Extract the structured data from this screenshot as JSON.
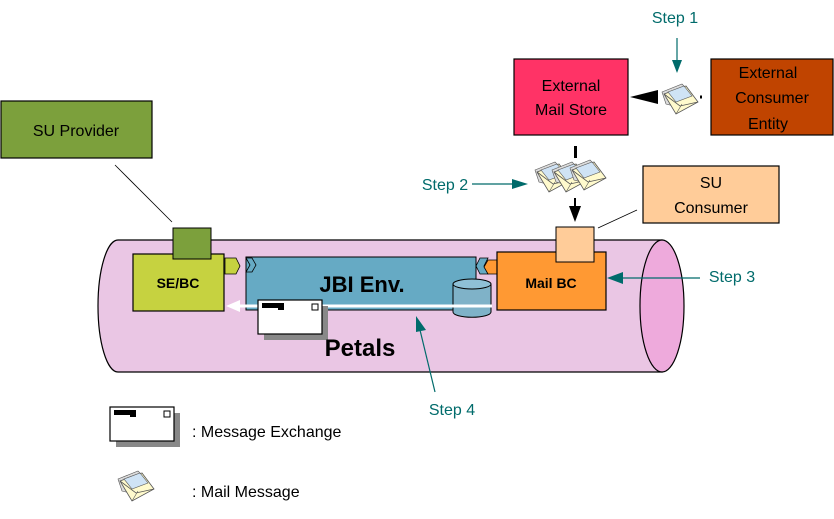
{
  "diagram": {
    "external_mail_store": {
      "line1": "External",
      "line2": "Mail Store",
      "color": "#ff3366"
    },
    "external_consumer": {
      "line1": "External",
      "line2": "Consumer",
      "line3": "Entity",
      "color": "#c04400"
    },
    "su_provider": {
      "label": "SU Provider",
      "color": "#7ca03c"
    },
    "su_consumer": {
      "line1": "SU",
      "line2": "Consumer",
      "color": "#ffcc99"
    },
    "se_bc": {
      "label": "SE/BC",
      "color": "#c6d240"
    },
    "mail_bc": {
      "label": "Mail BC",
      "color": "#ff9933"
    },
    "jbi_env": {
      "label": "JBI Env.",
      "color": "#66aac4"
    },
    "petals": {
      "label": "Petals",
      "color": "#eac6e4",
      "end_color": "#eeaadc"
    },
    "steps": [
      {
        "label": "Step 1"
      },
      {
        "label": "Step 2"
      },
      {
        "label": "Step 3"
      },
      {
        "label": "Step 4"
      }
    ],
    "step_color": "#006b6b",
    "legend": [
      {
        "icon": "message-exchange-icon",
        "label": ": Message Exchange"
      },
      {
        "icon": "mail-message-icon",
        "label": ": Mail Message"
      }
    ]
  }
}
